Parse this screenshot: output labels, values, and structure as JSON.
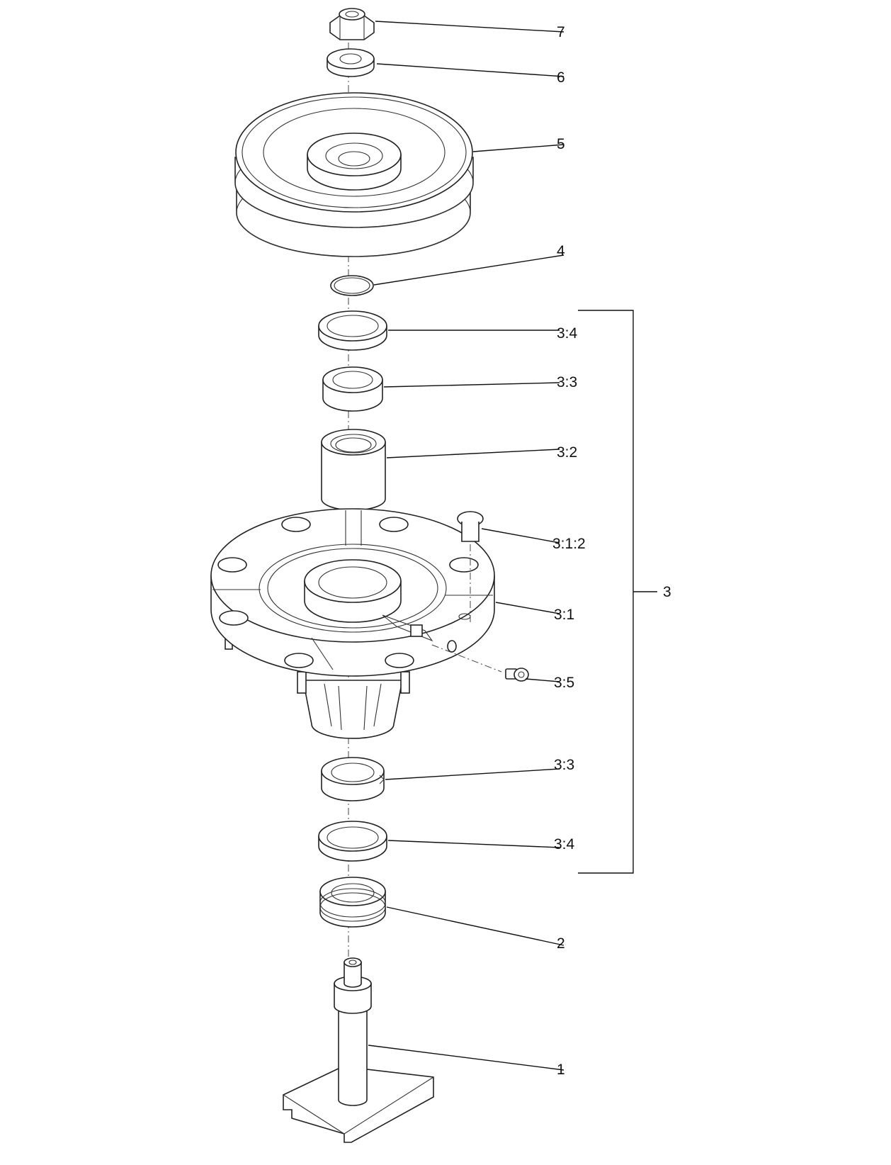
{
  "callouts": {
    "c7": "7",
    "c6": "6",
    "c5": "5",
    "c4": "4",
    "c3_4_top": "3:4",
    "c3_3_top": "3:3",
    "c3_2": "3:2",
    "c3_1_2": "3:1:2",
    "c3_1": "3:1",
    "c3_5": "3:5",
    "c3_3_bottom": "3:3",
    "c3_4_bottom": "3:4",
    "c3": "3",
    "c2": "2",
    "c1": "1"
  }
}
